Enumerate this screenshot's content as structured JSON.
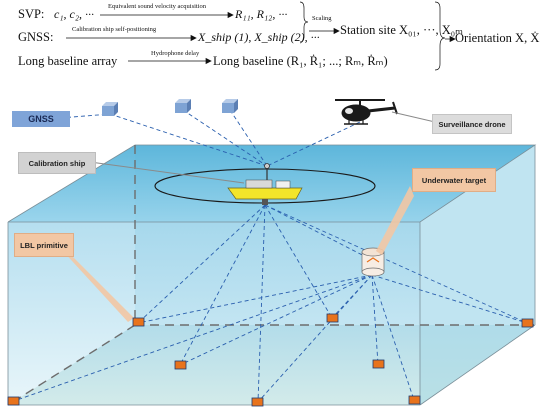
{
  "equations": {
    "row1": {
      "label": "SVP:",
      "inputs": "c₁, c₂, ···",
      "arrow_text": "Equivalent sound velocity acquisition",
      "output": "R₁₁, R₁₂, ···"
    },
    "row2": {
      "label": "GNSS:",
      "arrow_text": "Calibration ship self-positioning",
      "output": "X_ship (1), X_ship (2), ···"
    },
    "row3": {
      "label": "Long baseline array",
      "arrow_text": "Hydrophone delay",
      "output": "Long baseline (R₁, Ṙ₁; ...; Rₘ, Ṙₘ)"
    },
    "scaling_text": "Scaling",
    "station_site": "Station site X₀₁, ···, X₀ₘ",
    "orientation": "Orientation X, Ẋ"
  },
  "labels": {
    "gnss": "GNSS",
    "surveillance_drone": "Surveillance drone",
    "calibration_ship": "Calibration ship",
    "underwater_target": "Underwater target",
    "lbl_primitive": "LBL primitive"
  },
  "colors": {
    "water_top": "#5fb8dc",
    "water_side": "#9fd6ec",
    "seabed": "#bfe0ea",
    "transponder": "#e8731c",
    "signal_line": "#2a5fae",
    "gnss_box": "#7ea3d4",
    "ship_hull": "#f3e52a",
    "callout_fill": "#f2c7a4",
    "gnss_label_fill": "#7fa4d8",
    "ship_label_fill": "#cfcfcf"
  }
}
